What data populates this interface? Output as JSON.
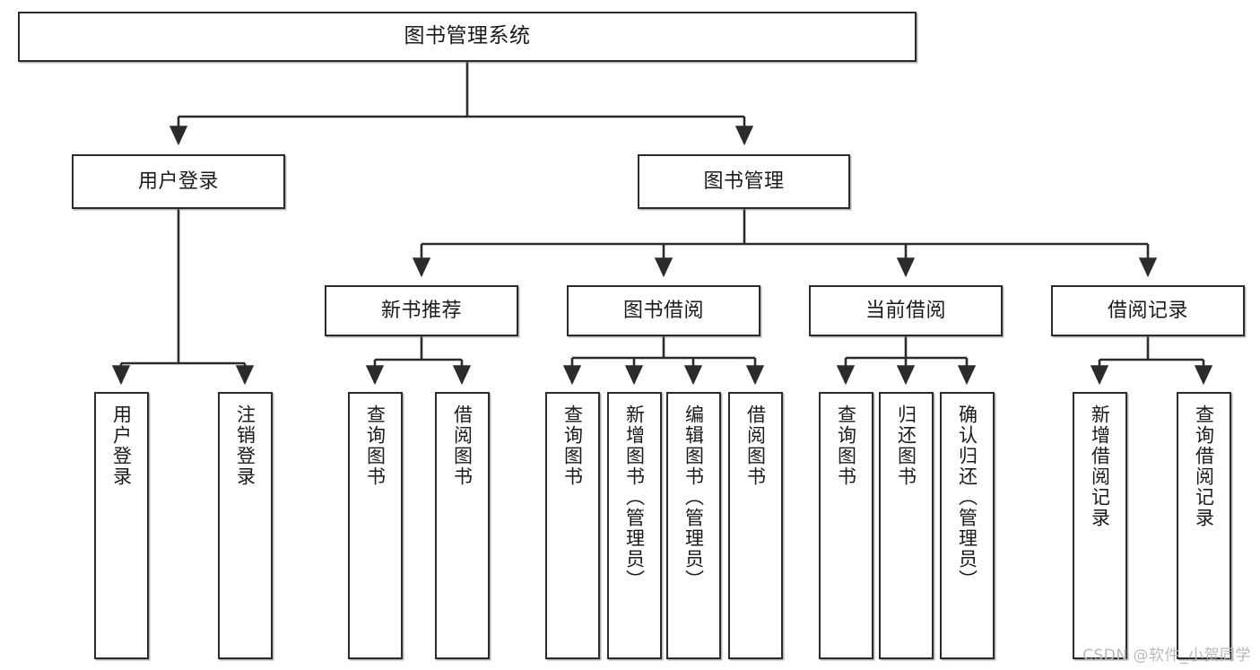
{
  "diagram": {
    "title": "图书管理系统",
    "type": "tree-hierarchy-chart",
    "watermark": "CSDN @软件_小贺同学",
    "colors": {
      "stroke": "#2b2b2b",
      "fill": "#ffffff",
      "text": "#1a1a1a",
      "watermark": "#b9b9b9"
    },
    "levels": {
      "root": "图书管理系统",
      "level2": [
        "用户登录",
        "图书管理"
      ],
      "level3": [
        "新书推荐",
        "图书借阅",
        "当前借阅",
        "借阅记录"
      ]
    },
    "nodes": {
      "root": {
        "label": "图书管理系统"
      },
      "user_login": {
        "label": "用户登录"
      },
      "book_manage": {
        "label": "图书管理"
      },
      "new_book_rec": {
        "label": "新书推荐"
      },
      "book_borrow": {
        "label": "图书借阅"
      },
      "current_borrow": {
        "label": "当前借阅"
      },
      "borrow_record": {
        "label": "借阅记录"
      },
      "leaf_user_login": {
        "label": "用户登录"
      },
      "leaf_logout": {
        "label": "注销登录"
      },
      "leaf_query_book_1": {
        "label": "查询图书"
      },
      "leaf_borrow_book_1": {
        "label": "借阅图书"
      },
      "leaf_query_book_2": {
        "label": "查询图书"
      },
      "leaf_add_book": {
        "label": "新增图书（管理员）"
      },
      "leaf_edit_book": {
        "label": "编辑图书（管理员）"
      },
      "leaf_borrow_book_2": {
        "label": "借阅图书"
      },
      "leaf_query_book_3": {
        "label": "查询图书"
      },
      "leaf_return_book": {
        "label": "归还图书"
      },
      "leaf_confirm_return": {
        "label": "确认归还（管理员）"
      },
      "leaf_add_record": {
        "label": "新增借阅记录"
      },
      "leaf_query_record": {
        "label": "查询借阅记录"
      }
    },
    "edges": [
      {
        "from": "root",
        "to": "user_login"
      },
      {
        "from": "root",
        "to": "book_manage"
      },
      {
        "from": "user_login",
        "to": "leaf_user_login"
      },
      {
        "from": "user_login",
        "to": "leaf_logout"
      },
      {
        "from": "book_manage",
        "to": "new_book_rec"
      },
      {
        "from": "book_manage",
        "to": "book_borrow"
      },
      {
        "from": "book_manage",
        "to": "current_borrow"
      },
      {
        "from": "book_manage",
        "to": "borrow_record"
      },
      {
        "from": "new_book_rec",
        "to": "leaf_query_book_1"
      },
      {
        "from": "new_book_rec",
        "to": "leaf_borrow_book_1"
      },
      {
        "from": "book_borrow",
        "to": "leaf_query_book_2"
      },
      {
        "from": "book_borrow",
        "to": "leaf_add_book"
      },
      {
        "from": "book_borrow",
        "to": "leaf_edit_book"
      },
      {
        "from": "book_borrow",
        "to": "leaf_borrow_book_2"
      },
      {
        "from": "current_borrow",
        "to": "leaf_query_book_3"
      },
      {
        "from": "current_borrow",
        "to": "leaf_return_book"
      },
      {
        "from": "current_borrow",
        "to": "leaf_confirm_return"
      },
      {
        "from": "borrow_record",
        "to": "leaf_add_record"
      },
      {
        "from": "borrow_record",
        "to": "leaf_query_record"
      }
    ]
  }
}
